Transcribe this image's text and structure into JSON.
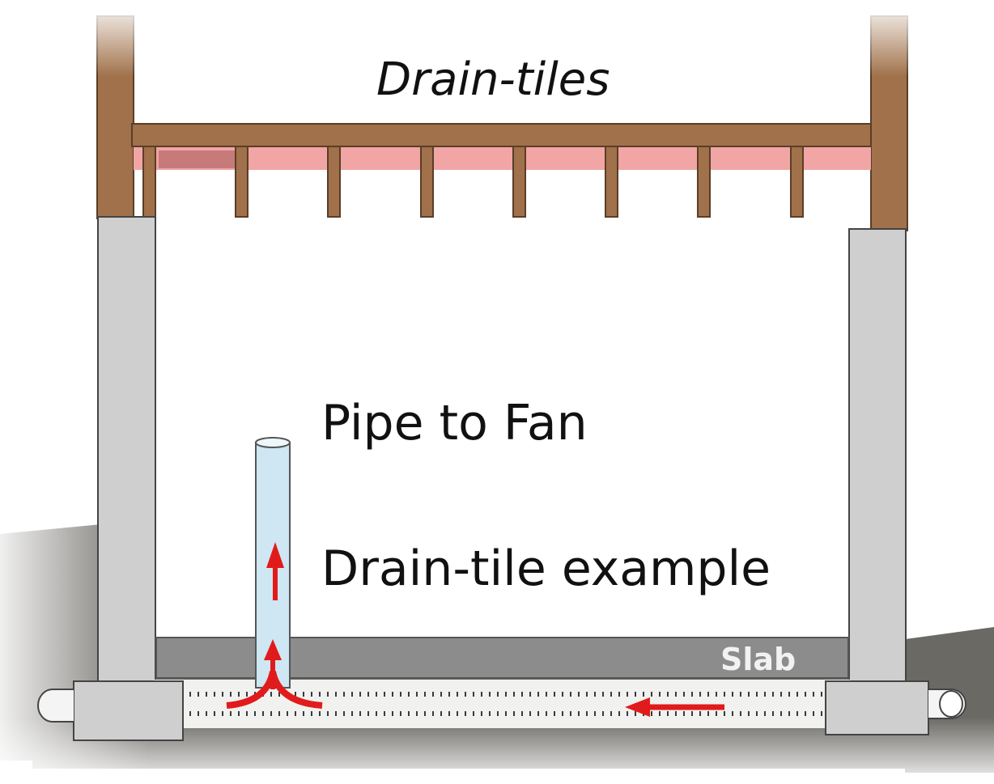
{
  "title": "Drain-tiles",
  "labels": {
    "pipe": "Pipe to Fan",
    "example": "Drain-tile example",
    "slab": "Slab"
  },
  "colors": {
    "wood": "#a0714a",
    "wood_dark": "#5a3e27",
    "insulation": "#f2a5a5",
    "concrete": "#cfcfcf",
    "slab": "#8c8c8c",
    "soil": "#6b6964",
    "pipe": "#cfe6f3",
    "arrow": "#e11b1b"
  }
}
